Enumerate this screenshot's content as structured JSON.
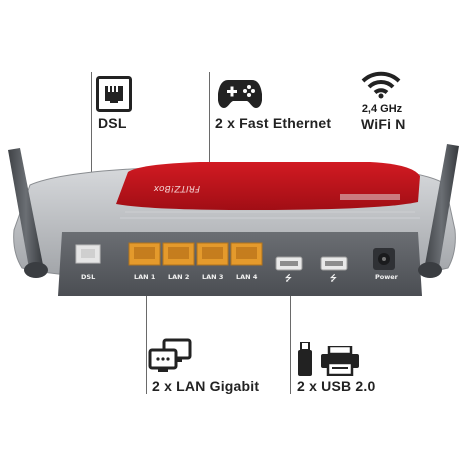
{
  "features": {
    "dsl": {
      "label": "DSL",
      "icon": "phone-jack-icon"
    },
    "ethernet": {
      "label": "2 x Fast Ethernet",
      "icon": "gamepad-icon"
    },
    "wifi": {
      "band": "2,4 GHz",
      "label": "WiFi N",
      "icon": "wifi-icon"
    },
    "lan": {
      "label": "2 x LAN Gigabit",
      "icon": "computers-icon"
    },
    "usb": {
      "label": "2 x USB 2.0",
      "icon": "usb-stick-printer-icon"
    }
  },
  "router": {
    "brand": "FRITZ!Box",
    "ports": {
      "dsl": "DSL",
      "lan": [
        "LAN 1",
        "LAN 2",
        "LAN 3",
        "LAN 4"
      ],
      "usb_symbol": "⭍",
      "power": "Power"
    }
  },
  "colors": {
    "router_red": "#c0141c",
    "router_silver": "#b9bbbe",
    "router_dark": "#5b5e63",
    "lan_port": "#e49a2c"
  }
}
